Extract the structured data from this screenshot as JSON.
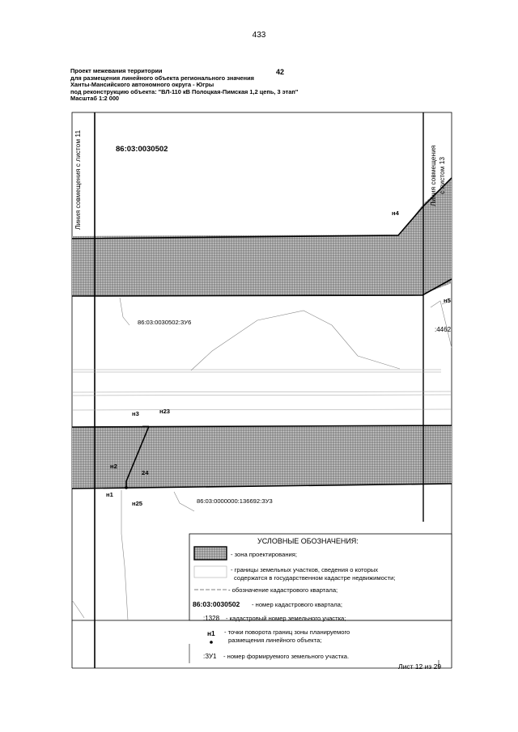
{
  "page_number": "433",
  "sheet_number": "42",
  "header_lines": [
    "Проект межевания территории",
    "для размещения линейного объекта регионального значения",
    "Ханты-Мансийского автономного округа - Югры",
    "под реконструкцию объекта: \"ВЛ-110 кВ Полоцкая-Пимская 1,2 цепь, 3 этап\"",
    "Масштаб 1:2 000"
  ],
  "map": {
    "left_join_label": "Линия совмещения с листом 11",
    "right_join_label_1": "Линия совмещения",
    "right_join_label_2": "с листом 13",
    "quarter_number": "86:03:0030502",
    "parcel_zu6": "86:03:0030502:ЗУ6",
    "parcel_zu3": "86:03:0000000:136692:ЗУ3",
    "parcel_partial": ":4462",
    "points": {
      "n4": "н4",
      "n5": "н5",
      "n3": "н3",
      "n23": "н23",
      "n2": "н2",
      "n24": "24",
      "n1": "н1",
      "n25": "н25"
    }
  },
  "legend": {
    "title": "УСЛОВНЫЕ ОБОЗНАЧЕНИЯ:",
    "zone": "- зона проектирования;",
    "parcels_1": "- границы земельных участков, сведения о которых",
    "parcels_2": "содержатся  в государственном кадастре недвижимости;",
    "quarter_boundary": "- обозначение кадастрового квартала;",
    "quarter_example": "86:03:0030502",
    "quarter_text": "- номер кадастрового квартала;",
    "parcel_example": ":1328",
    "parcel_text": "- кадастровый номер земельного участка;",
    "point_example": "н1",
    "point_text_1": "- точки поворота границ зоны планируемого",
    "point_text_2": "размещения линейного объекта;",
    "new_parcel_example": ":ЗУ1",
    "new_parcel_text": "- номер формируемого земельного участка."
  },
  "sheet_label": "Лист 12 из 29",
  "colors": {
    "zone_fill": "#b8b8b8",
    "line": "#000000",
    "thin": "#888888"
  }
}
